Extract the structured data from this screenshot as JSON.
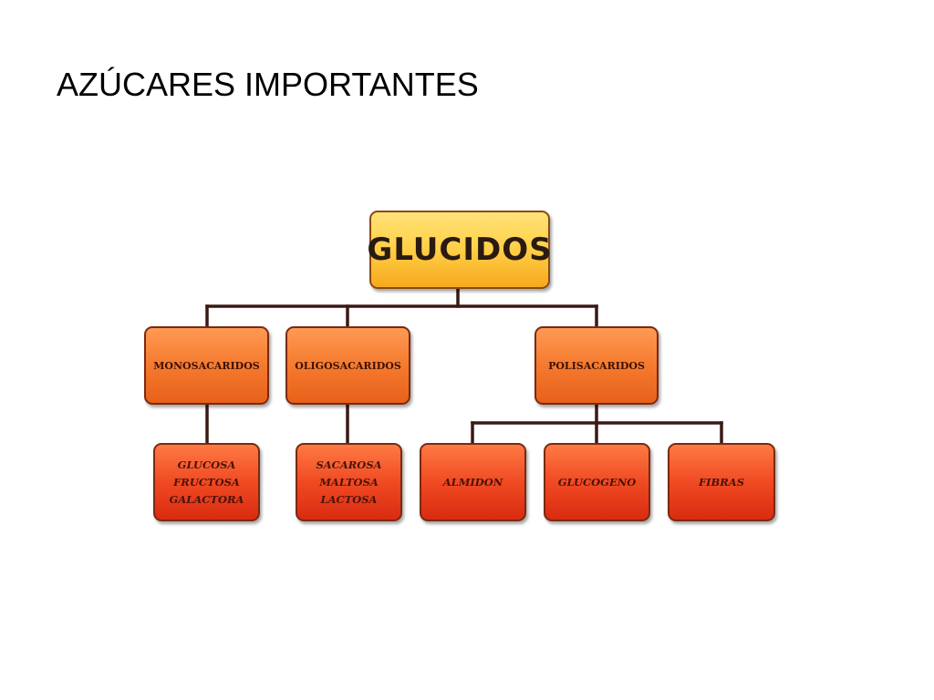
{
  "slide": {
    "title": "AZÚCARES IMPORTANTES"
  },
  "diagram": {
    "root": {
      "label": "GLUCIDOS"
    },
    "groups": [
      {
        "label": "MONOSACARIDOS",
        "children": [
          {
            "lines": [
              "GLUCOSA",
              "FRUCTOSA",
              "GALACTORA"
            ]
          }
        ]
      },
      {
        "label": "OLIGOSACARIDOS",
        "children": [
          {
            "lines": [
              "SACAROSA",
              "MALTOSA",
              "LACTOSA"
            ]
          }
        ]
      },
      {
        "label": "POLISACARIDOS",
        "children": [
          {
            "lines": [
              "ALMIDON"
            ]
          },
          {
            "lines": [
              "GLUCOGENO"
            ]
          },
          {
            "lines": [
              "FIBRAS"
            ]
          }
        ]
      }
    ],
    "colors": {
      "root_fill": "#ffd24a",
      "group_fill": "#f57a2e",
      "leaf_fill": "#f04a22",
      "connector": "#3a1a14"
    }
  }
}
